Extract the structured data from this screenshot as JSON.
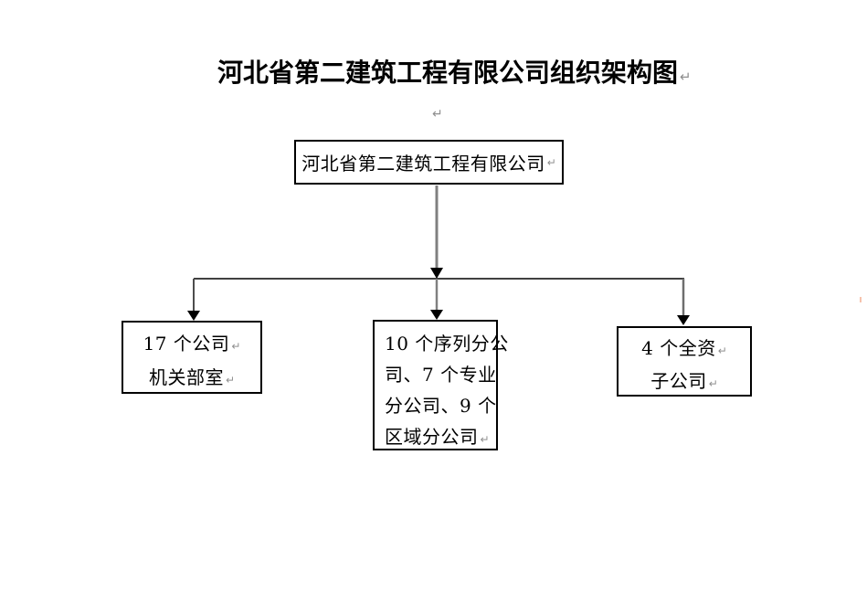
{
  "title": {
    "text": "河北省第二建筑工程有限公司组织架构图"
  },
  "marks": {
    "paragraph": "↵"
  },
  "org": {
    "root": {
      "label": "河北省第二建筑工程有限公司"
    },
    "left": {
      "line1": "17 个公司",
      "line2": "机关部室"
    },
    "middle": {
      "line1": "10 个序列分公",
      "line2": "司、7 个专业",
      "line3": "分公司、9 个",
      "line4": "区域分公司"
    },
    "right": {
      "line1": "4 个全资",
      "line2": "子公司"
    }
  },
  "colors": {
    "background": "#ffffff",
    "box_border": "#000000",
    "horizontal_line": "#000000",
    "arrow_shaft": "#808080",
    "arrowhead": "#000000",
    "text": "#000000",
    "paragraph_mark": "#8f8f8f",
    "stray_mark": "#f6c3ad"
  }
}
